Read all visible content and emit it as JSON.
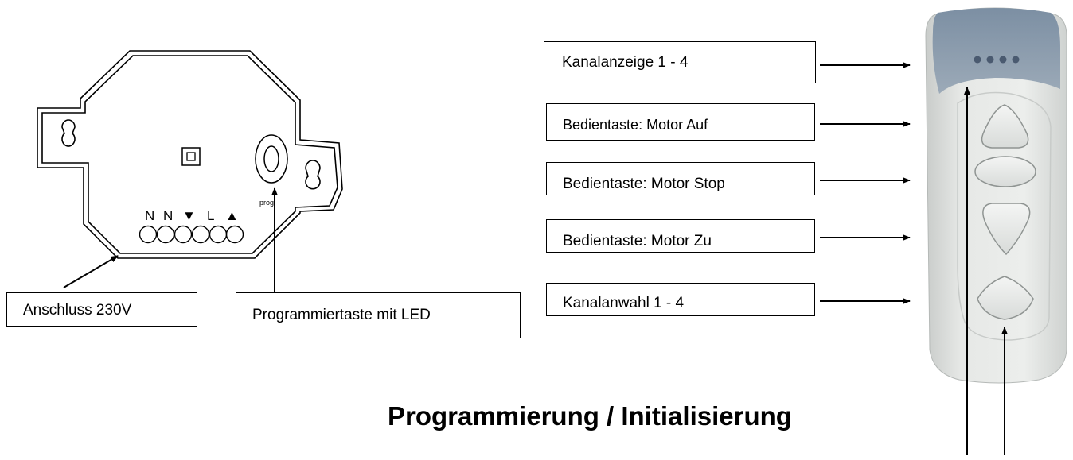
{
  "actuator": {
    "terminals": [
      "N",
      "N",
      "▼",
      "L",
      "▲"
    ],
    "button_label": "prog."
  },
  "labels": {
    "anschluss": "Anschluss 230V",
    "programmiertaste": "Programmiertaste mit LED",
    "kanalanzeige": "Kanalanzeige 1 - 4",
    "motor_auf": "Bedientaste: Motor Auf",
    "motor_stop": "Bedientaste: Motor Stop",
    "motor_zu": "Bedientaste: Motor Zu",
    "kanalanwahl": "Kanalanwahl 1 - 4"
  },
  "title": "Programmierung / Initialisierung",
  "colors": {
    "line": "#000000",
    "remote_body": "#e4e6e4",
    "remote_top": "#8a9cae",
    "led": "#4a5a70"
  }
}
